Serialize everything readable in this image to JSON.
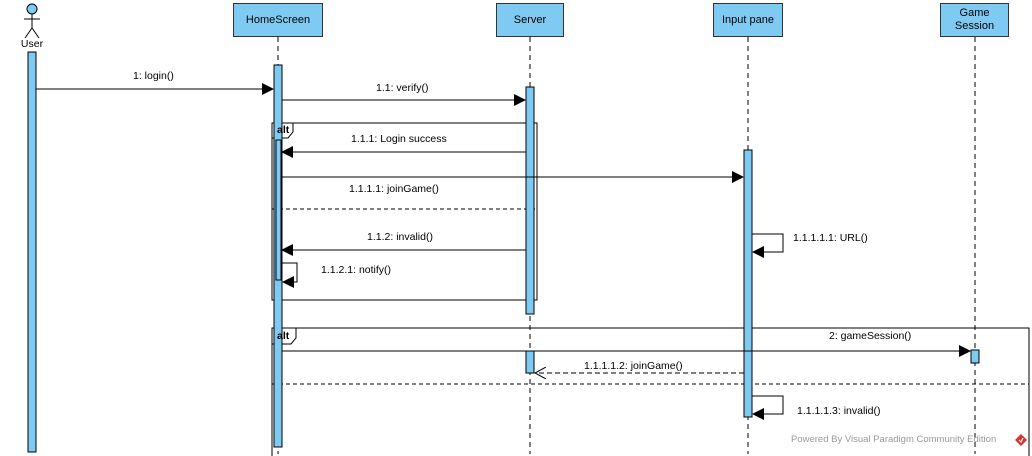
{
  "actors": [
    {
      "key": "user",
      "name": "User"
    }
  ],
  "lifelines": [
    {
      "key": "home",
      "name": "HomeScreen"
    },
    {
      "key": "server",
      "name": "Server"
    },
    {
      "key": "input",
      "name": "Input pane"
    },
    {
      "key": "game",
      "name": "Game Session"
    }
  ],
  "messages": [
    {
      "key": "m1",
      "label": "1: login()"
    },
    {
      "key": "m1_1",
      "label": "1.1: verify()"
    },
    {
      "key": "m1_1_1",
      "label": "1.1.1: Login success"
    },
    {
      "key": "m1_1_1_1",
      "label": "1.1.1.1: joinGame()"
    },
    {
      "key": "m1_1_2",
      "label": "1.1.2: invalid()"
    },
    {
      "key": "m1_1_2_1",
      "label": "1.1.2.1: notify()"
    },
    {
      "key": "m1_1_1_1_1",
      "label": "1.1.1.1.1: URL()"
    },
    {
      "key": "m2",
      "label": "2: gameSession()"
    },
    {
      "key": "m1_1_1_1_2",
      "label": "1.1.1.1.2: joinGame()"
    },
    {
      "key": "m1_1_1_1_3",
      "label": "1.1.1.1.3: invalid()"
    }
  ],
  "fragments": [
    {
      "key": "alt1",
      "operator": "alt"
    },
    {
      "key": "alt2",
      "operator": "alt"
    }
  ],
  "watermark": {
    "text": "Powered By  Visual Paradigm Community Edition",
    "icon": "visual-paradigm-logo-icon"
  },
  "colors": {
    "lifeline_head": "#7fcaf2",
    "activation": "#7fcaf2",
    "line": "#000000",
    "watermark_logo": "#d9322e"
  }
}
